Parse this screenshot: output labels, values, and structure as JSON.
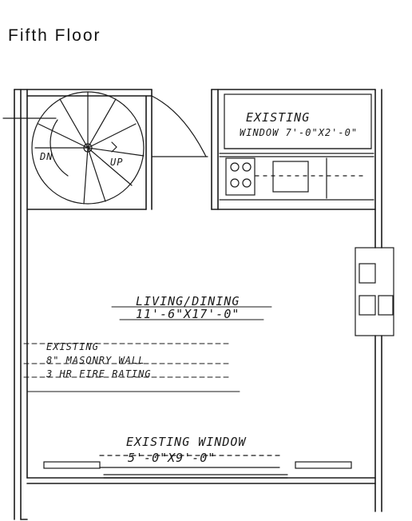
{
  "title": "Fifth Floor",
  "labels": {
    "existing_window_top": "EXISTING",
    "existing_window_top_dims": "WINDOW 7'-0\"X2'-0\"",
    "stair_dn": "DN",
    "stair_up": "UP",
    "living_dining": "LIVING/DINING",
    "living_dining_dims": "11'-6\"X17'-0\"",
    "masonry_line1": "EXISTING",
    "masonry_line2": "8\" MASONRY WALL",
    "masonry_line3": "3 HR FIRE RATING",
    "existing_window_bottom": "EXISTING WINDOW",
    "existing_window_bottom_dims": "5'-0\"X9'-0\""
  },
  "colors": {
    "ink": "#1a1a1a",
    "paper": "#ffffff"
  }
}
